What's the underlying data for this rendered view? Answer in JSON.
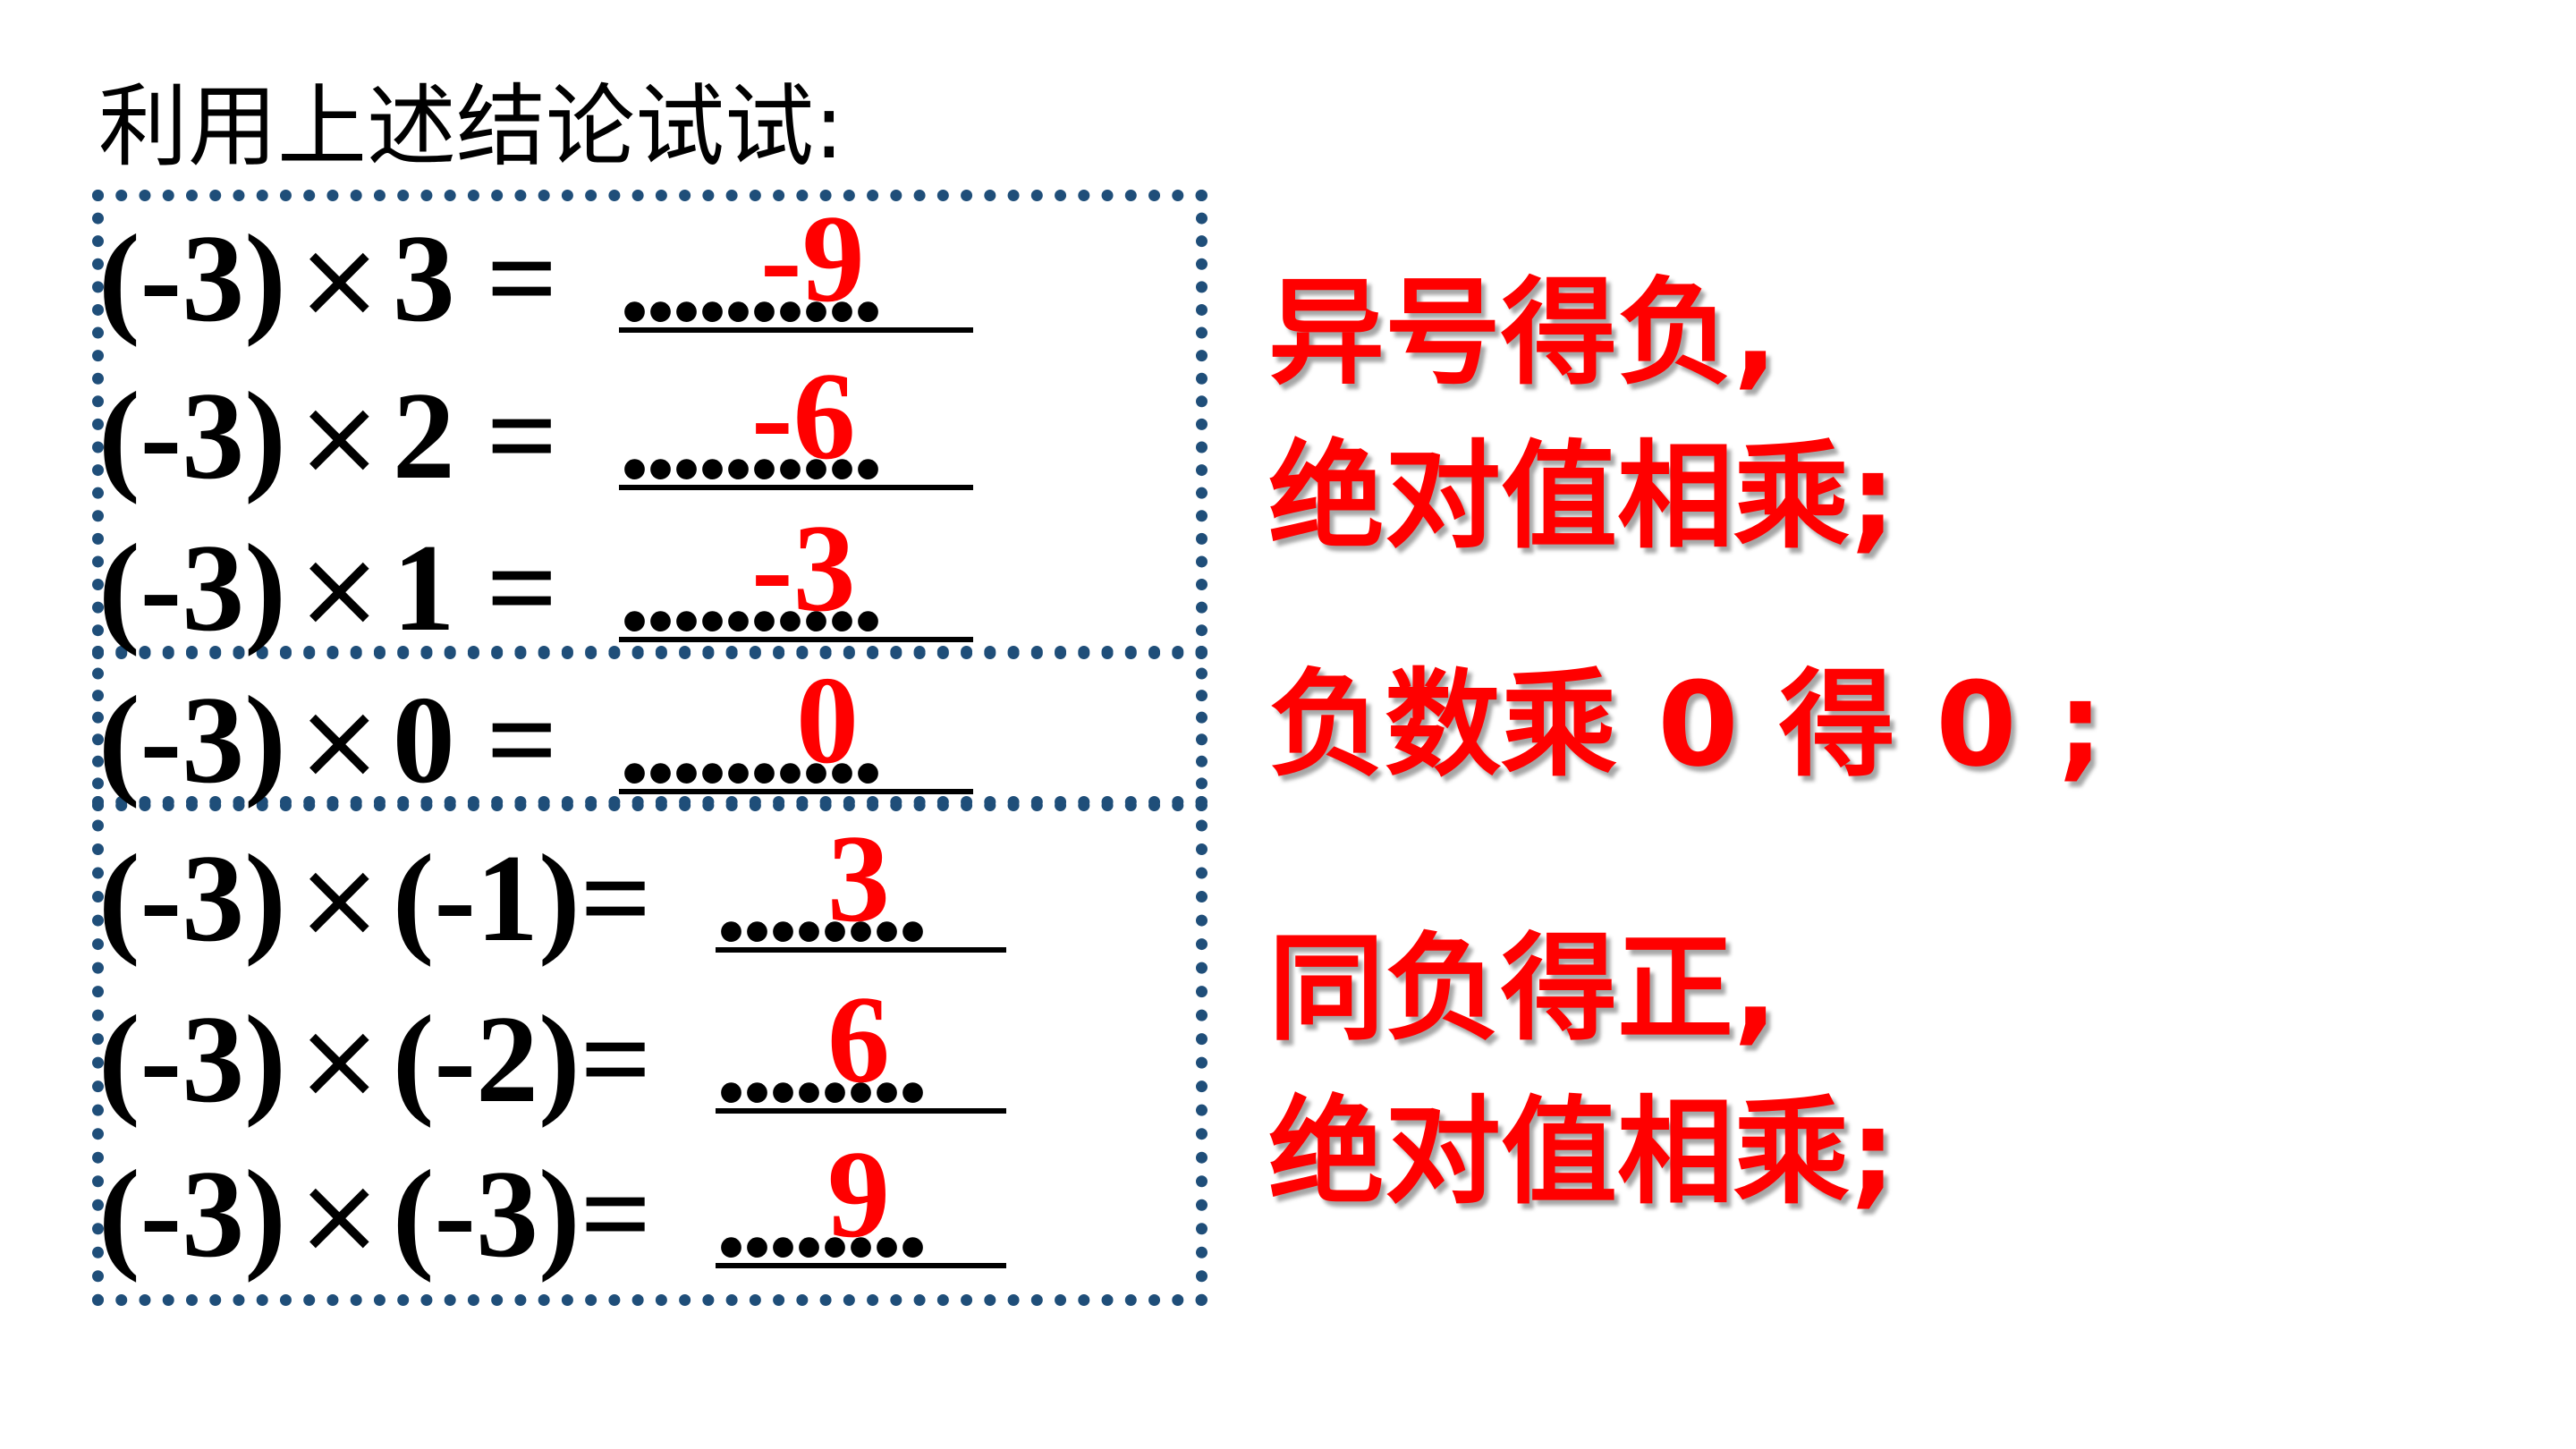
{
  "heading": "利用上述结论试试:",
  "times_symbol": "×",
  "equations": [
    {
      "lhs": "(-3)",
      "rhs": "3 =",
      "dots": "..........",
      "answer": "-9"
    },
    {
      "lhs": "(-3)",
      "rhs": "2 =",
      "dots": "..........",
      "answer": "-6"
    },
    {
      "lhs": "(-3)",
      "rhs": "1 =",
      "dots": "..........",
      "answer": "-3"
    },
    {
      "lhs": "(-3)",
      "rhs": "0 =",
      "dots": "..........",
      "answer": "0"
    },
    {
      "lhs": "(-3)",
      "rhs": "(-1)=",
      "dots": "........",
      "answer": "3"
    },
    {
      "lhs": "(-3)",
      "rhs": "(-2)=",
      "dots": "........",
      "answer": "6"
    },
    {
      "lhs": "(-3)",
      "rhs": "(-3)=",
      "dots": "........",
      "answer": "9"
    }
  ],
  "rules": {
    "different_signs_1": "异号得负,",
    "different_signs_2": "绝对值相乘;",
    "zero": "负数乘 0 得 0 ;",
    "same_signs_1": "同负得正,",
    "same_signs_2": "绝对值相乘;"
  },
  "colors": {
    "text": "#000000",
    "answer": "#ff0000",
    "box_border": "#1f4e79"
  }
}
